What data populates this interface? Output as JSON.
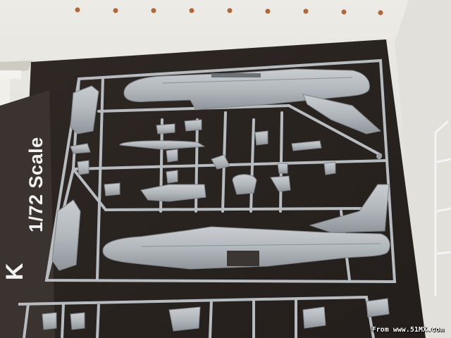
{
  "box_label": "1/72 Scale",
  "box_letter": "K",
  "watermark": "From www.51MX.com",
  "colors": {
    "wall": "#e9e7e1",
    "box_board": "#2b2522",
    "sprue_plastic": "#b7bcc0",
    "shelf": "#d9d5cc",
    "tack": "#c07a4a"
  }
}
